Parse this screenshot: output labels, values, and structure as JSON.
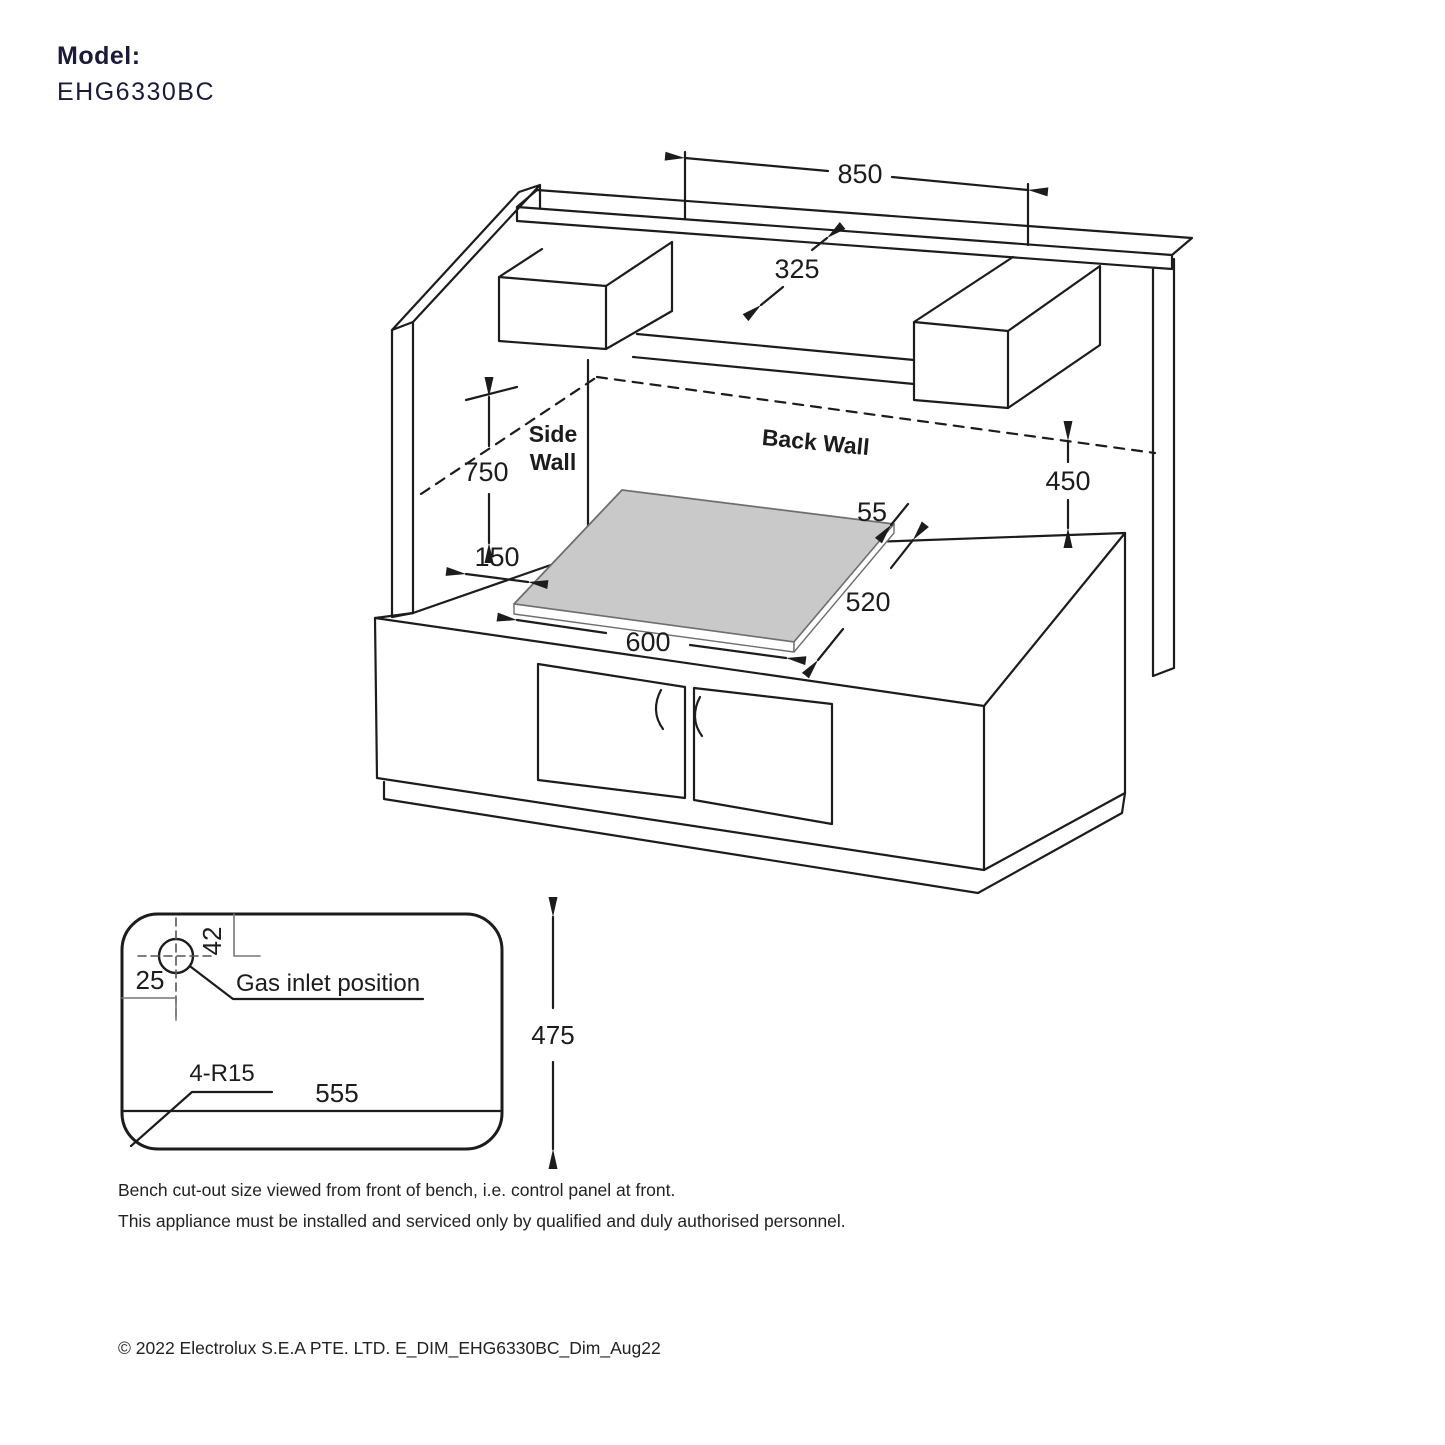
{
  "header": {
    "model_label": "Model:",
    "model_number": "EHG6330BC",
    "brand_color": "#1a1a3c"
  },
  "isometric": {
    "side_wall_line1": "Side",
    "side_wall_line2": "Wall",
    "back_wall": "Back Wall",
    "dims": {
      "alcove_width": "850",
      "shelf_depth": "325",
      "clearance_height": "750",
      "backwall_height": "450",
      "side_clearance": "150",
      "hob_width": "600",
      "hob_depth": "520",
      "back_clearance": "55"
    }
  },
  "cutout": {
    "inlet_offset_top": "42",
    "inlet_offset_left": "25",
    "gas_inlet_label": "Gas inlet position",
    "corner_radius": "4-R15",
    "cutout_width": "555",
    "cutout_depth": "475"
  },
  "notes": {
    "line1": "Bench cut-out size viewed from front of bench, i.e. control panel at front.",
    "line2": "This appliance must be installed and serviced only by qualified and duly authorised personnel."
  },
  "footer": {
    "copyright": "© 2022 Electrolux S.E.A PTE. LTD. E_DIM_EHG6330BC_Dim_Aug22"
  },
  "colors": {
    "line": "#1c1c1c",
    "thin_line": "#777777",
    "hob_fill": "#c9c9c9"
  }
}
